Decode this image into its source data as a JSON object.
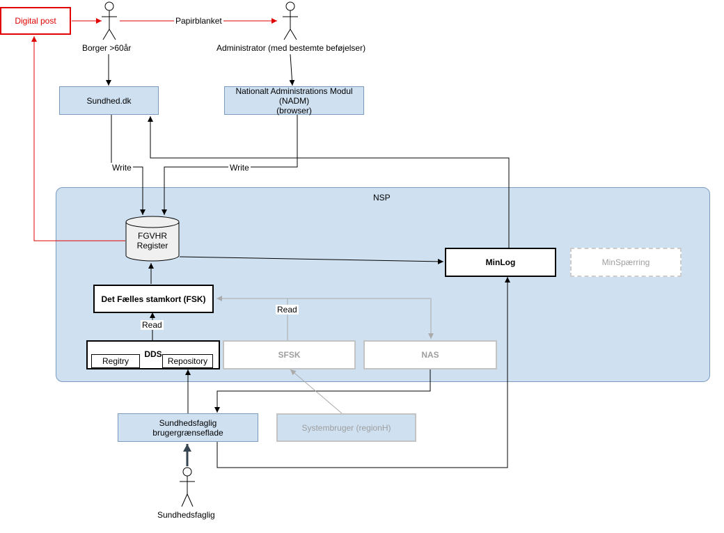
{
  "nodes": {
    "digital_post": "Digital post",
    "sundhed_dk": "Sundhed.dk",
    "nadm": [
      "Nationalt Administrations Modul",
      "(NADM)",
      "(browser)"
    ],
    "nsp": "NSP",
    "fgvhr": [
      "FGVHR",
      "Register"
    ],
    "minlog": "MinLog",
    "minspaerring": "MinSpærring",
    "fsk": "Det Fælles stamkort (FSK)",
    "dds": "DDS",
    "registry": "Regitry",
    "repository": "Repository",
    "sfsk": "SFSK",
    "nas": "NAS",
    "sundhedsfaglig_ui": [
      "Sundhedsfaglig",
      "brugergrænseflade"
    ],
    "systembruger": "Systembruger (regionH)"
  },
  "actors": {
    "borger": "Borger >60år",
    "administrator": "Administrator (med bestemte beføjelser)",
    "sundhedsfaglig": "Sundhedsfaglig"
  },
  "edge_labels": {
    "papirblanket": "Papirblanket",
    "write_1": "Write",
    "write_2": "Write",
    "read_1": "Read",
    "read_2": "Read"
  },
  "colors": {
    "nsp_fill": "#cfe0f1",
    "box_fill": "#cfe0f1",
    "red": "#e00000",
    "grey": "#c3c3c3",
    "grey_text": "#9e9e9e",
    "dark_arrow": "#36454f"
  }
}
